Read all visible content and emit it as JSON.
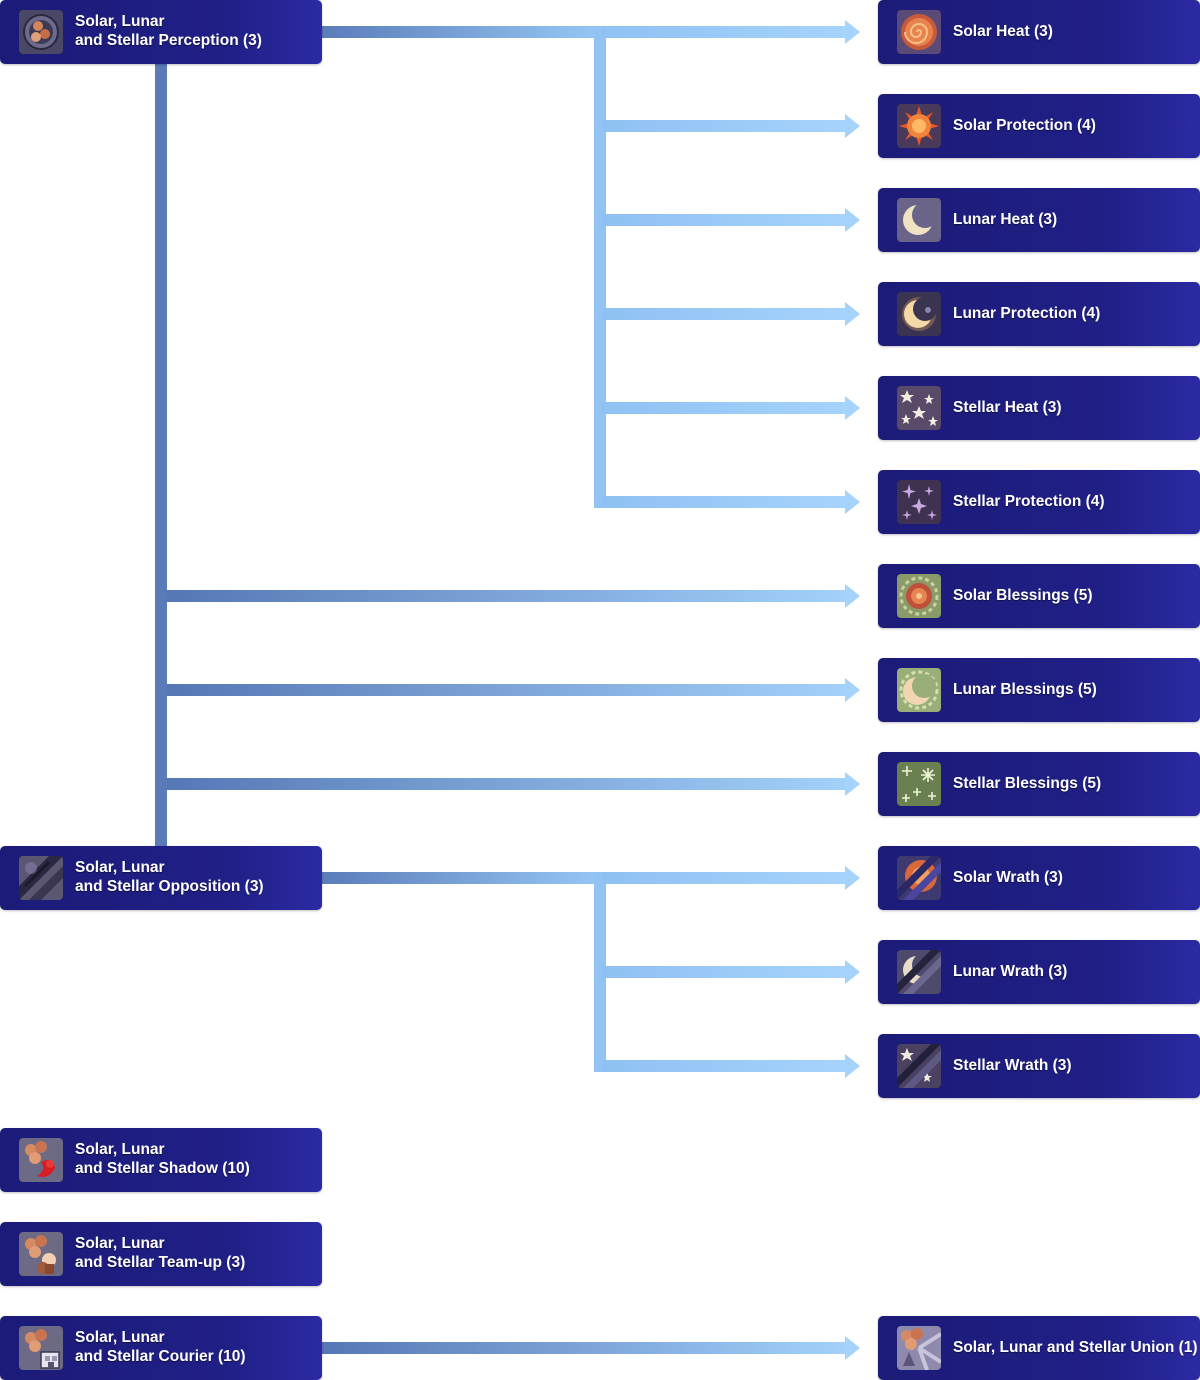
{
  "nodes": {
    "perception": {
      "line1": "Solar, Lunar",
      "line2": "and Stellar Perception (3)",
      "icon": "orbs-in-circle-icon"
    },
    "opposition": {
      "line1": "Solar, Lunar",
      "line2": "and Stellar Opposition (3)",
      "icon": "split-slash-icon"
    },
    "shadow": {
      "line1": "Solar, Lunar",
      "line2": "and Stellar Shadow (10)",
      "icon": "orbs-shadow-icon"
    },
    "teamup": {
      "line1": "Solar, Lunar",
      "line2": "and Stellar Team-up (3)",
      "icon": "orbs-team-icon"
    },
    "courier": {
      "line1": "Solar, Lunar",
      "line2": "and Stellar Courier (10)",
      "icon": "orbs-courier-icon"
    },
    "solar_heat": {
      "label": "Solar Heat (3)",
      "icon": "spiral-sun-icon"
    },
    "solar_protection": {
      "label": "Solar Protection (4)",
      "icon": "sun-icon"
    },
    "lunar_heat": {
      "label": "Lunar Heat (3)",
      "icon": "crescent-moon-icon"
    },
    "lunar_protection": {
      "label": "Lunar Protection (4)",
      "icon": "crescent-moon-glow-icon"
    },
    "stellar_heat": {
      "label": "Stellar Heat (3)",
      "icon": "stars-icon"
    },
    "stellar_protection": {
      "label": "Stellar Protection (4)",
      "icon": "sparkle-stars-icon"
    },
    "solar_blessings": {
      "label": "Solar Blessings (5)",
      "icon": "sun-wreath-icon"
    },
    "lunar_blessings": {
      "label": "Lunar Blessings (5)",
      "icon": "moon-wreath-icon"
    },
    "stellar_blessings": {
      "label": "Stellar Blessings (5)",
      "icon": "star-sparkles-icon"
    },
    "solar_wrath": {
      "label": "Solar Wrath (3)",
      "icon": "sun-slash-icon"
    },
    "lunar_wrath": {
      "label": "Lunar Wrath (3)",
      "icon": "moon-slash-icon"
    },
    "stellar_wrath": {
      "label": "Stellar Wrath (3)",
      "icon": "stars-slash-icon"
    },
    "union": {
      "label": "Solar, Lunar and Stellar Union (1)",
      "icon": "orbs-union-icon"
    }
  },
  "colors": {
    "node_background": "#201f86",
    "connector_dark": "#5a7bb8",
    "connector_light": "#9fcdfa",
    "label_text": "#ffffff"
  }
}
